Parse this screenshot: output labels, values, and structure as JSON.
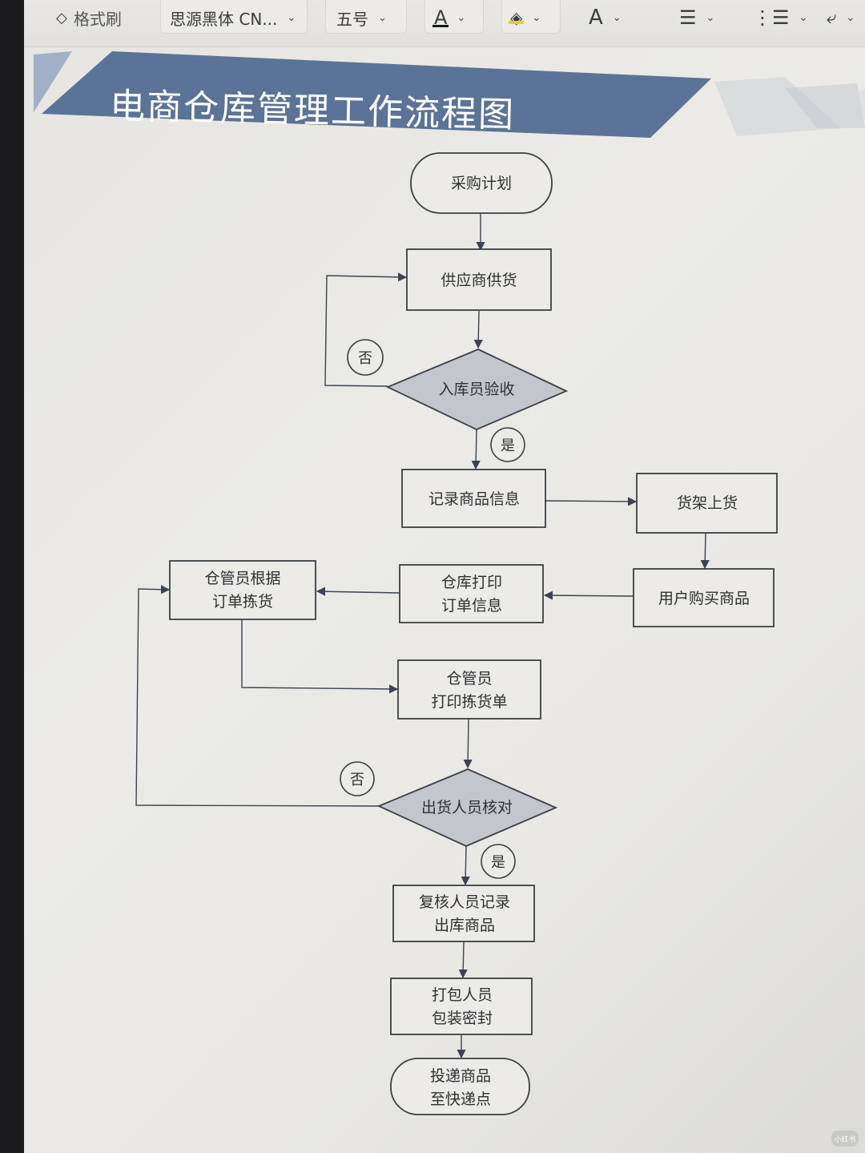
{
  "toolbar": {
    "format_painter": "格式刷",
    "font_family": "思源黑体 CN...",
    "font_size": "五号",
    "font_color_glyph": "A",
    "highlight_icon": "paint-bucket-icon",
    "font_style_glyph": "A",
    "align_icon": "align-lines-icon",
    "list_icon": "bulleted-list-icon",
    "wrap_icon": "text-wrap-icon",
    "accent_underline": "#1a1a1a",
    "highlight_color": "#e3d02a"
  },
  "document": {
    "title": "电商仓库管理工作流程图",
    "band_color": "#5b7397",
    "band_accent": "#8aa0c0"
  },
  "flowchart": {
    "nodes": {
      "start": "采购计划",
      "supplier": "供应商供货",
      "inspect": "入库员验收",
      "record": "记录商品信息",
      "shelve": "货架上货",
      "purchase": "用户购买商品",
      "print_order": [
        "仓库打印",
        "订单信息"
      ],
      "pick": [
        "仓管员根据",
        "订单拣货"
      ],
      "print_pick": [
        "仓管员",
        "打印拣货单"
      ],
      "check": "出货人员核对",
      "review": [
        "复核人员记录",
        "出库商品"
      ],
      "pack": [
        "打包人员",
        "包装密封"
      ],
      "deliver": [
        "投递商品",
        "至快递点"
      ]
    },
    "labels": {
      "no_1": "否",
      "yes_1": "是",
      "no_2": "否",
      "yes_2": "是"
    },
    "colors": {
      "box_fill": "#ecebe7",
      "diamond_fill": "#c3c6cc",
      "stroke": "#3c3f48",
      "arrow": "#3a4356"
    }
  },
  "watermark": "小红书"
}
